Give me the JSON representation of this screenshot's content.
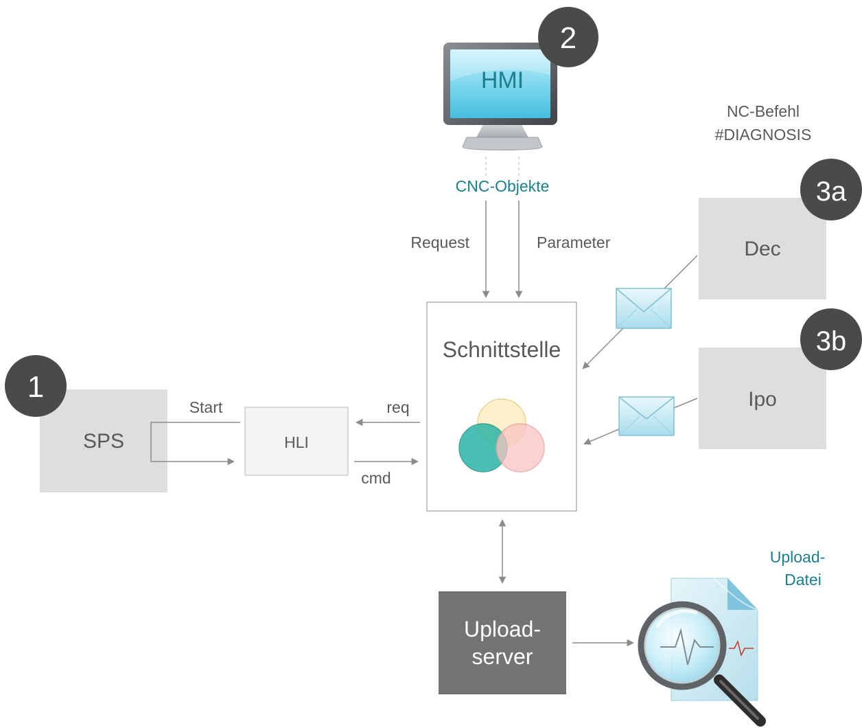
{
  "badges": {
    "sps": "1",
    "hmi": "2",
    "dec": "3a",
    "ipo": "3b"
  },
  "hmi": {
    "screen_label": "HMI",
    "cnc_objects_label": "CNC-Objekte",
    "request_label": "Request",
    "parameter_label": "Parameter"
  },
  "nc_command": {
    "line1": "NC-Befehl",
    "line2": "#DIAGNOSIS"
  },
  "blocks": {
    "sps": "SPS",
    "hli": "HLI",
    "interface": "Schnittstelle",
    "dec": "Dec",
    "ipo": "Ipo",
    "upload_line1": "Upload-",
    "upload_line2": "server"
  },
  "edges": {
    "start": "Start",
    "req": "req",
    "cmd": "cmd"
  },
  "upload_file": {
    "line1": "Upload-",
    "line2": "Datei"
  },
  "icons": [
    "monitor-icon",
    "envelope-icon",
    "venn-circles-icon",
    "magnifier-document-icon"
  ],
  "colors": {
    "badge": "#4a4a4a",
    "block_light": "#dedede",
    "block_dark": "#737373",
    "accent_teal": "#1a7f8f",
    "arrow": "#8c8c8c",
    "text": "#595959"
  }
}
